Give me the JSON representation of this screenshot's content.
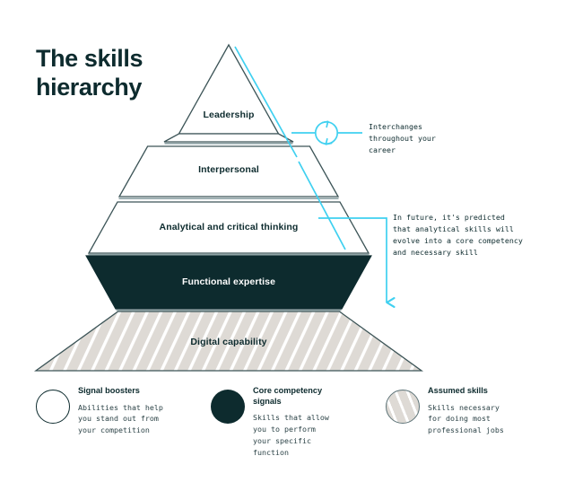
{
  "title": "The skills\nhierarchy",
  "colors": {
    "dark_navy": "#0D2B2E",
    "cyan_accent": "#3FD0F0",
    "stripe_beige": "#DEDAD5",
    "outline_grey": "#3C5457",
    "divider_grey": "#8FA3A6",
    "white": "#FFFFFF"
  },
  "pyramid": {
    "layers": [
      {
        "label": "Leadership",
        "category": "Signal boosters",
        "fill": "white",
        "text_color": "#0D2B2E"
      },
      {
        "label": "Interpersonal",
        "category": "Signal boosters",
        "fill": "white",
        "text_color": "#0D2B2E"
      },
      {
        "label": "Analytical and critical thinking",
        "category": "Signal boosters",
        "fill": "white",
        "text_color": "#0D2B2E"
      },
      {
        "label": "Functional expertise",
        "category": "Core competency signals",
        "fill": "#0D2B2E",
        "text_color": "#FFFFFF"
      },
      {
        "label": "Digital capability",
        "category": "Assumed skills",
        "fill": "hatched",
        "text_color": "#0D2B2E"
      }
    ]
  },
  "annotations": [
    {
      "id": "interchanges",
      "icon": "circular-arrows-icon",
      "text": "Interchanges\nthroughout your\ncareer"
    },
    {
      "id": "future-analytical",
      "icon": "down-arrow-icon",
      "text": "In future, it's predicted\nthat analytical skills will\nevolve into a core competency\nand necessary skill"
    }
  ],
  "legend": {
    "items": [
      {
        "marker": "outline-circle-icon",
        "title": "Signal boosters",
        "description": "Abilities that help\nyou stand out from\nyour competition"
      },
      {
        "marker": "solid-circle-icon",
        "title": "Core competency\nsignals",
        "description": "Skills that allow\nyou to perform\nyour specific\nfunction"
      },
      {
        "marker": "hatched-circle-icon",
        "title": "Assumed skills",
        "description": "Skills necessary\nfor doing most\nprofessional jobs"
      }
    ]
  }
}
